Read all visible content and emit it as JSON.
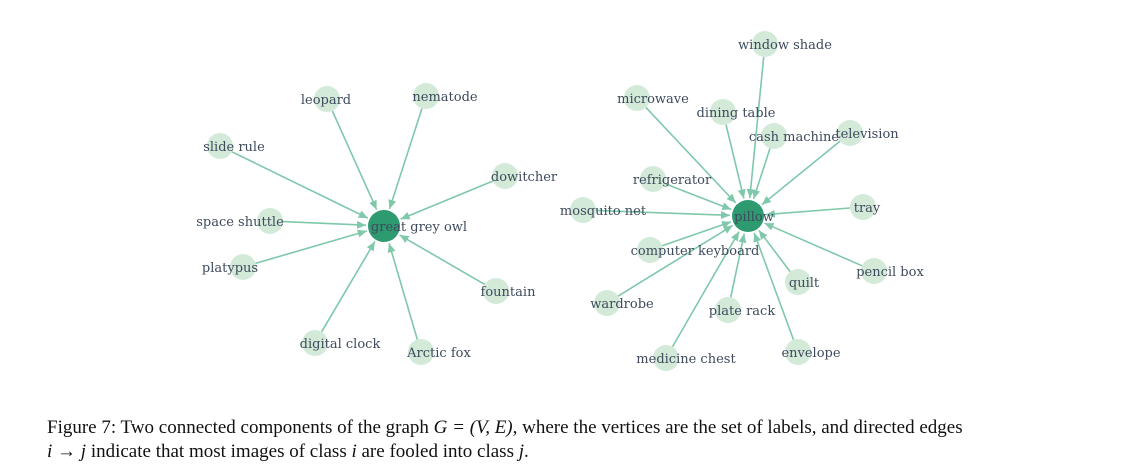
{
  "graphs": [
    {
      "hub": "great grey owl",
      "sources": [
        "leopard",
        "nematode",
        "slide rule",
        "dowitcher",
        "space shuttle",
        "platypus",
        "fountain",
        "digital clock",
        "Arctic fox"
      ]
    },
    {
      "hub": "pillow",
      "sources": [
        "window shade",
        "microwave",
        "dining table",
        "cash machine",
        "television",
        "refrigerator",
        "mosquito net",
        "tray",
        "computer keyboard",
        "quilt",
        "pencil box",
        "wardrobe",
        "plate rack",
        "envelope",
        "medicine chest"
      ]
    }
  ],
  "caption": {
    "prefix": "Figure 7:  Two connected components of the graph",
    "math1": "G = (V, E)",
    "middle": ", where the vertices are the set of labels, and directed edges",
    "math2": "i → j",
    "middle2": " indicate that most images of class",
    "math3": "i",
    "middle3": " are fooled into class",
    "math4": "j",
    "suffix": "."
  },
  "colors": {
    "edge": "#7fc8a9",
    "leaf_node": "#d4ead9",
    "hub_node": "#2e9a70",
    "label": "#3e4a5c"
  }
}
